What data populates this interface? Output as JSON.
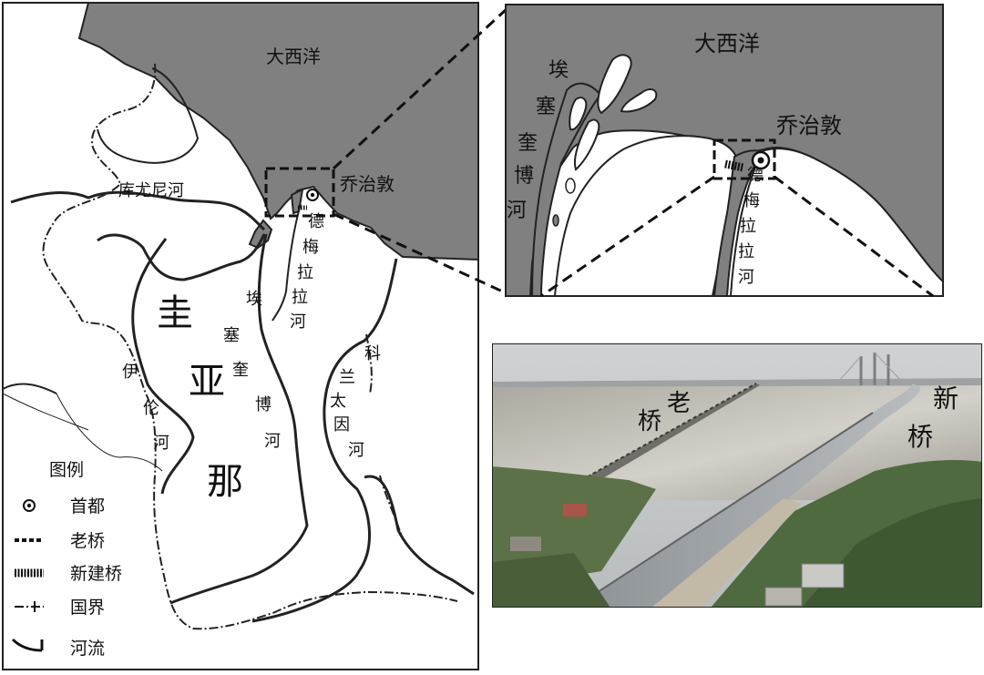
{
  "main_map": {
    "ocean_label": "大西洋",
    "capital_label": "乔治敦",
    "country_chars": [
      "圭",
      "亚",
      "那"
    ],
    "rivers": {
      "cuyuni": "库尤尼河",
      "essequibo": [
        "埃",
        "塞",
        "奎",
        "博",
        "河"
      ],
      "demerara": [
        "德",
        "梅",
        "拉",
        "拉",
        "河"
      ],
      "courantyne": [
        "科",
        "兰",
        "太",
        "因",
        "河"
      ],
      "ireng": [
        "伊",
        "伦",
        "河"
      ]
    },
    "legend": {
      "title": "图例",
      "items": [
        {
          "symbol": "capital",
          "label": "首都"
        },
        {
          "symbol": "old-bridge",
          "label": "老桥"
        },
        {
          "symbol": "new-bridge",
          "label": "新建桥"
        },
        {
          "symbol": "border",
          "label": "国界"
        },
        {
          "symbol": "river",
          "label": "河流"
        }
      ]
    },
    "colors": {
      "ocean": "#808080",
      "line": "#222222",
      "background": "#ffffff"
    }
  },
  "inset_map": {
    "ocean_label": "大西洋",
    "capital_label": "乔治敦",
    "essequibo_chars": [
      "埃",
      "塞",
      "奎",
      "博",
      "河"
    ],
    "demerara_chars": [
      "德",
      "梅",
      "拉",
      "拉",
      "河"
    ]
  },
  "photo": {
    "old_bridge_chars": [
      "桥",
      "老"
    ],
    "new_bridge_chars": [
      "新",
      "桥"
    ]
  }
}
